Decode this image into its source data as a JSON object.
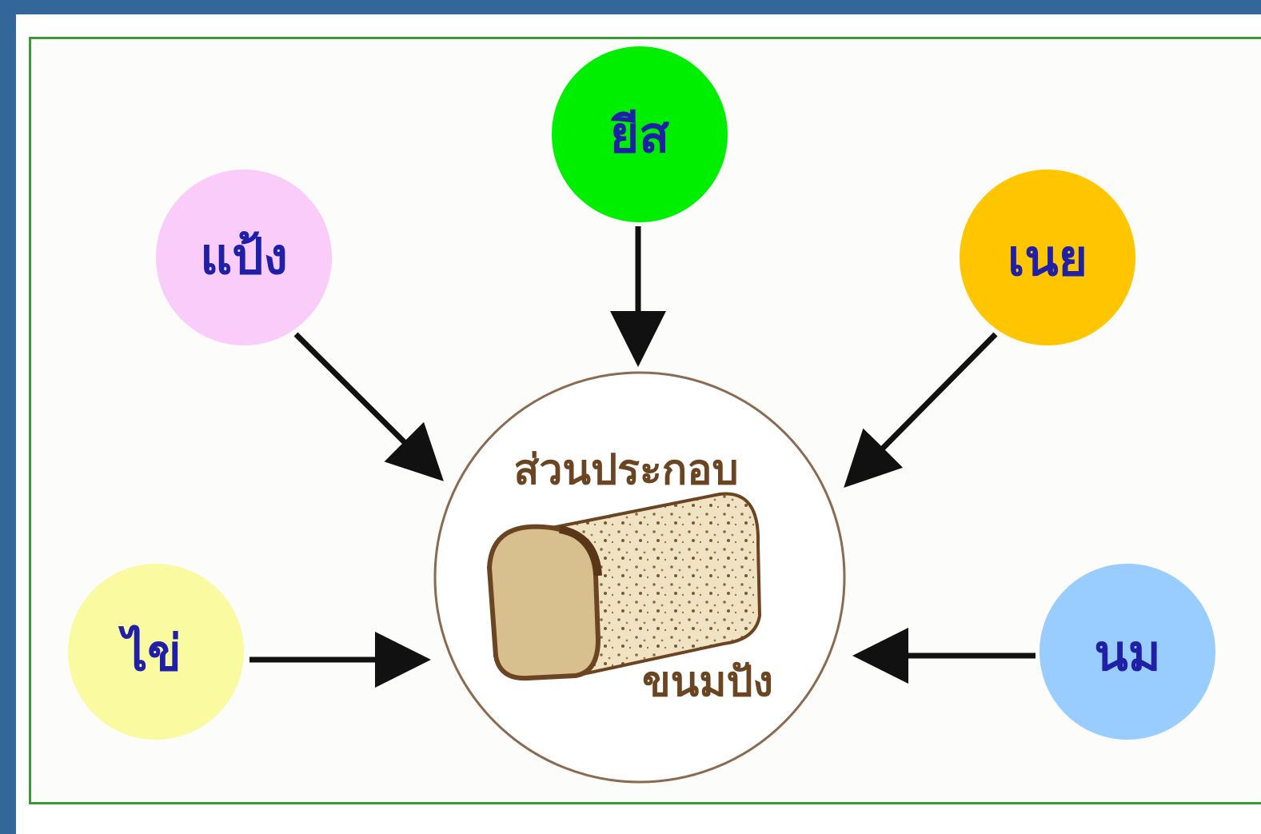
{
  "colors": {
    "background": "#336699",
    "panel_border": "#3a9a3a",
    "label_text": "#1f1fa8",
    "center_text": "#6b4422",
    "arrow": "#111111"
  },
  "diagram": {
    "center": {
      "title": "ส่วนประกอบ",
      "subtitle": "ขนมปัง",
      "icon": "bread-loaf-icon"
    },
    "ingredients": [
      {
        "id": "flour",
        "label": "แป้ง",
        "color": "#f9ccf9"
      },
      {
        "id": "yeast",
        "label": "ยีส",
        "color": "#00ee00"
      },
      {
        "id": "butter",
        "label": "เนย",
        "color": "#ffc600"
      },
      {
        "id": "egg",
        "label": "ไข่",
        "color": "#fafaa0"
      },
      {
        "id": "milk",
        "label": "นม",
        "color": "#99ccff"
      }
    ]
  }
}
